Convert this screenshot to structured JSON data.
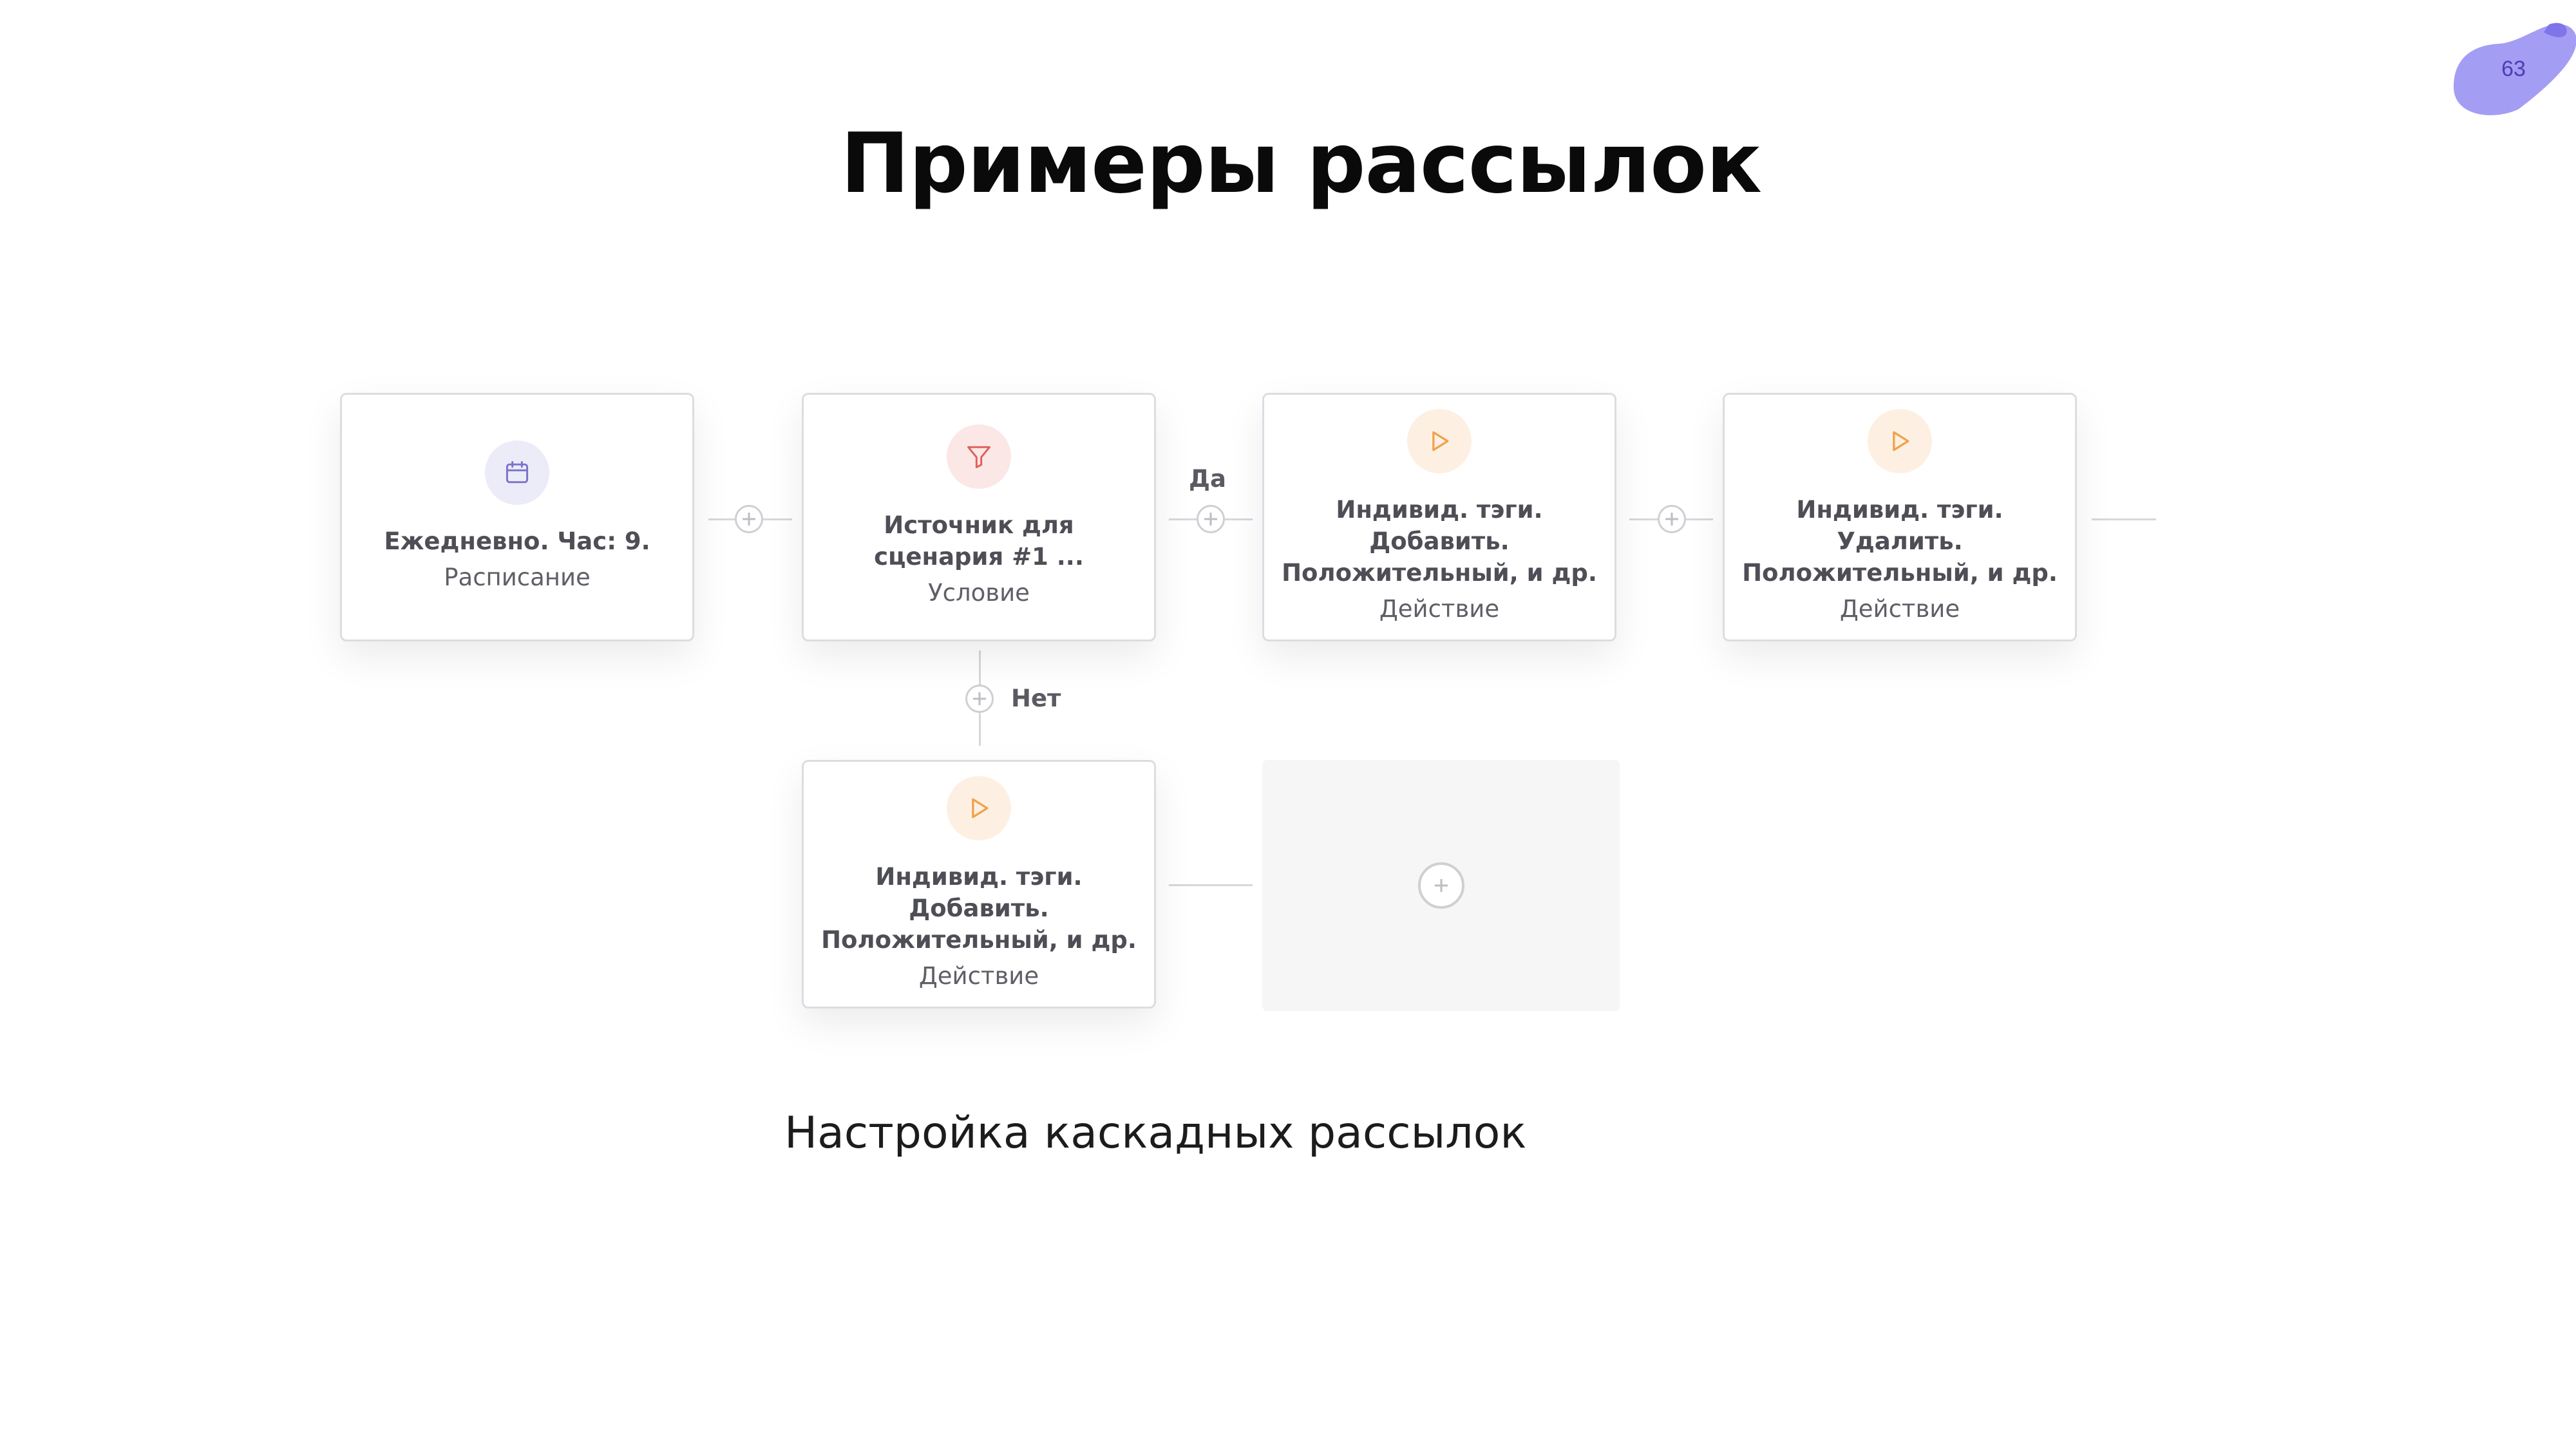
{
  "slide": {
    "page_number": "63",
    "title": "Примеры рассылок",
    "caption": "Настройка каскадных рассылок",
    "accent_color": "#a49df4"
  },
  "flow": {
    "nodes": [
      {
        "lines": [
          "Ежедневно. Час: 9."
        ],
        "type": "Расписание",
        "icon": "calendar-icon"
      },
      {
        "lines": [
          "Источник для",
          "сценария #1 ..."
        ],
        "type": "Условие",
        "icon": "filter-icon"
      },
      {
        "lines": [
          "Индивид. тэги.",
          "Добавить.",
          "Положительный, и др."
        ],
        "type": "Действие",
        "icon": "play-icon"
      },
      {
        "lines": [
          "Индивид. тэги.",
          "Удалить.",
          "Положительный, и др."
        ],
        "type": "Действие",
        "icon": "play-icon"
      },
      {
        "lines": [
          "Индивид. тэги.",
          "Добавить.",
          "Положительный, и др."
        ],
        "type": "Действие",
        "icon": "play-icon"
      }
    ],
    "branch_yes": "Да",
    "branch_no": "Нет"
  }
}
